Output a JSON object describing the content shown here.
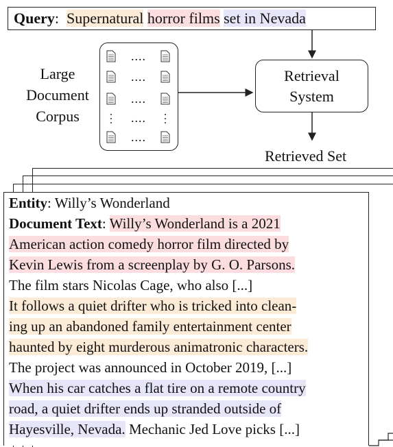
{
  "query": {
    "label": "Query",
    "separator": ":",
    "part1": "Supernatural",
    "part2": "horror films",
    "part3": "set in Nevada"
  },
  "corpus": {
    "label_line1": "Large",
    "label_line2": "Document",
    "label_line3": "Corpus",
    "dots": "...."
  },
  "retrieval": {
    "line1": "Retrieval",
    "line2": "System"
  },
  "retrieved_label": "Retrieved Set",
  "document": {
    "entity_label": "Entity",
    "entity_value": ": Willy’s Wonderland",
    "text_label": "Document Text",
    "text_sep": ": ",
    "l1_hl": "Willy’s Wonderland is a 2021",
    "l2": "American action comedy horror film directed by",
    "l3": "Kevin Lewis from a screenplay by G. O. Parsons.",
    "l4": "The film stars Nicolas Cage, who also [...]",
    "l5": "It follows a quiet drifter who is tricked into clean-",
    "l6": "ing up an abandoned family entertainment center",
    "l7": "haunted by eight murderous animatronic characters.",
    "l8": "The project was announced in October 2019, [...]",
    "l9": "When his car catches a flat tire on a remote country",
    "l10": "road, a quiet drifter ends up stranded outside of",
    "l11_hl": "Hayesville, Nevada.",
    "l11_rest": " Mechanic Jed Love picks [...]"
  },
  "colors": {
    "orange_highlight": "#fcebd7",
    "red_highlight": "#fbdde0",
    "blue_highlight": "#e6e6f8"
  }
}
